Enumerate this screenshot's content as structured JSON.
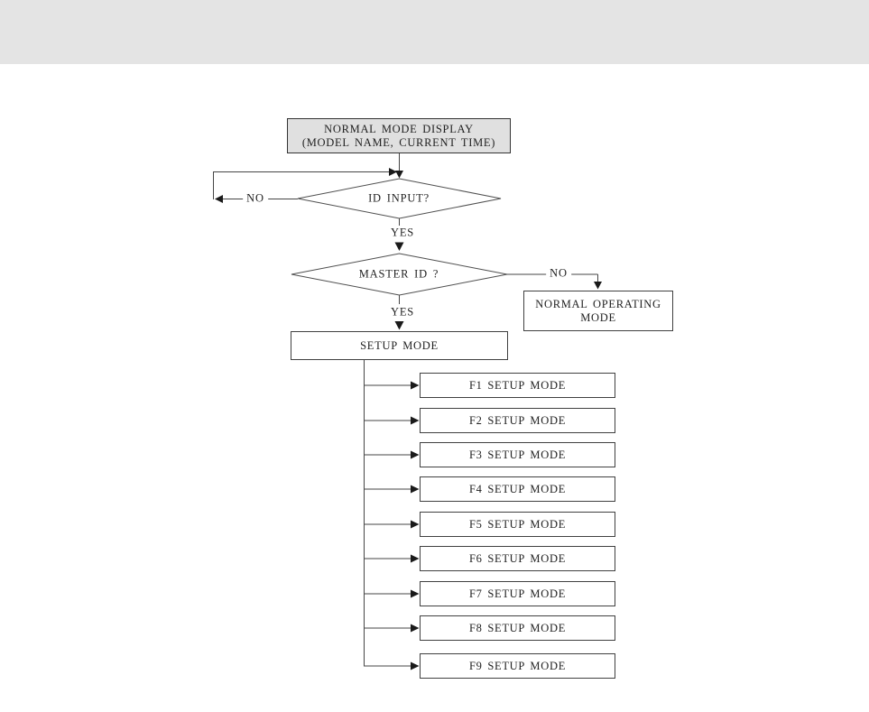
{
  "canvas": {
    "top_band_color": "#e4e4e4",
    "background": "#ffffff",
    "line_color": "#454545",
    "start_box_fill": "#e0e0e0"
  },
  "flowchart": {
    "start_box": {
      "line1": "NORMAL MODE DISPLAY",
      "line2": "(MODEL NAME, CURRENT TIME)"
    },
    "decisions": {
      "id_input": "ID INPUT?",
      "master_id": "MASTER ID ?"
    },
    "labels": {
      "no_loop": "NO",
      "yes_id": "YES",
      "no_master": "NO",
      "yes_master": "YES"
    },
    "normal_operating_box": {
      "line1": "NORMAL OPERATING",
      "line2": "MODE"
    },
    "setup_box": {
      "label": "SETUP MODE"
    },
    "f_setup_boxes": [
      {
        "label": "F1 SETUP MODE"
      },
      {
        "label": "F2 SETUP MODE"
      },
      {
        "label": "F3 SETUP MODE"
      },
      {
        "label": "F4 SETUP MODE"
      },
      {
        "label": "F5 SETUP MODE"
      },
      {
        "label": "F6 SETUP MODE"
      },
      {
        "label": "F7 SETUP MODE"
      },
      {
        "label": "F8 SETUP MODE"
      },
      {
        "label": "F9 SETUP MODE"
      }
    ]
  }
}
